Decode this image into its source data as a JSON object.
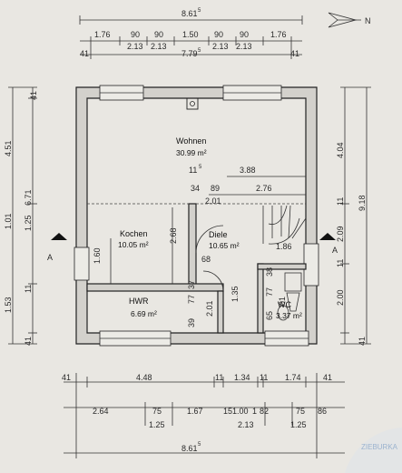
{
  "north_label": "N",
  "section_label_left": "A",
  "section_label_right": "A",
  "rooms": {
    "wohnen": {
      "name": "Wohnen",
      "area": "30.99 m²"
    },
    "kochen": {
      "name": "Kochen",
      "area": "10.05 m²"
    },
    "diele": {
      "name": "Diele",
      "area": "10.65 m²"
    },
    "hwr": {
      "name": "HWR",
      "area": "6.69 m²"
    },
    "wc": {
      "name": "WC",
      "area": "3.37 m²"
    }
  },
  "dims_top": {
    "total": "8.61",
    "total_sup": "5",
    "row1": [
      "1.76",
      "90",
      "90",
      "1.50",
      "90",
      "90",
      "1.76"
    ],
    "row1b": [
      "2.13",
      "2.13",
      "2.13",
      "2.13"
    ],
    "left": "41",
    "mid": "7.79",
    "mid_sup": "5",
    "right": "41"
  },
  "dims_bottom": {
    "row1": [
      "41",
      "4.48",
      "11",
      "1.34",
      "11",
      "1.74",
      "41"
    ],
    "row2": [
      "2.64",
      "75",
      "1.67",
      "151.00",
      "1",
      "82",
      "75",
      "86"
    ],
    "row2b": [
      "1.25",
      "2.13",
      "1.25"
    ],
    "total": "8.61",
    "total_sup": "5"
  },
  "dims_left": [
    "41",
    "4.51",
    "6.71",
    "1.01",
    "1.25",
    "11",
    "1.53",
    "41"
  ],
  "dims_right": [
    "4.04",
    "9.18",
    "11",
    "2.09",
    "11",
    "2.00",
    "41"
  ],
  "interior": {
    "d_11": "11",
    "d_388": "3.88",
    "d_34": "34",
    "d_89": "89",
    "d_276": "2.76",
    "d_201a": "2.01",
    "d_268": "2.68",
    "d_160": "1.60",
    "d_68": "68",
    "d_186": "1.86",
    "d_135": "1.35",
    "d_395": "39",
    "d_77a": "77",
    "d_37": "37",
    "d_201b": "2.01",
    "d_65": "65",
    "d_77b": "77",
    "d_38": "38",
    "d_01": "01"
  },
  "stamp": "ZIEBURKA"
}
